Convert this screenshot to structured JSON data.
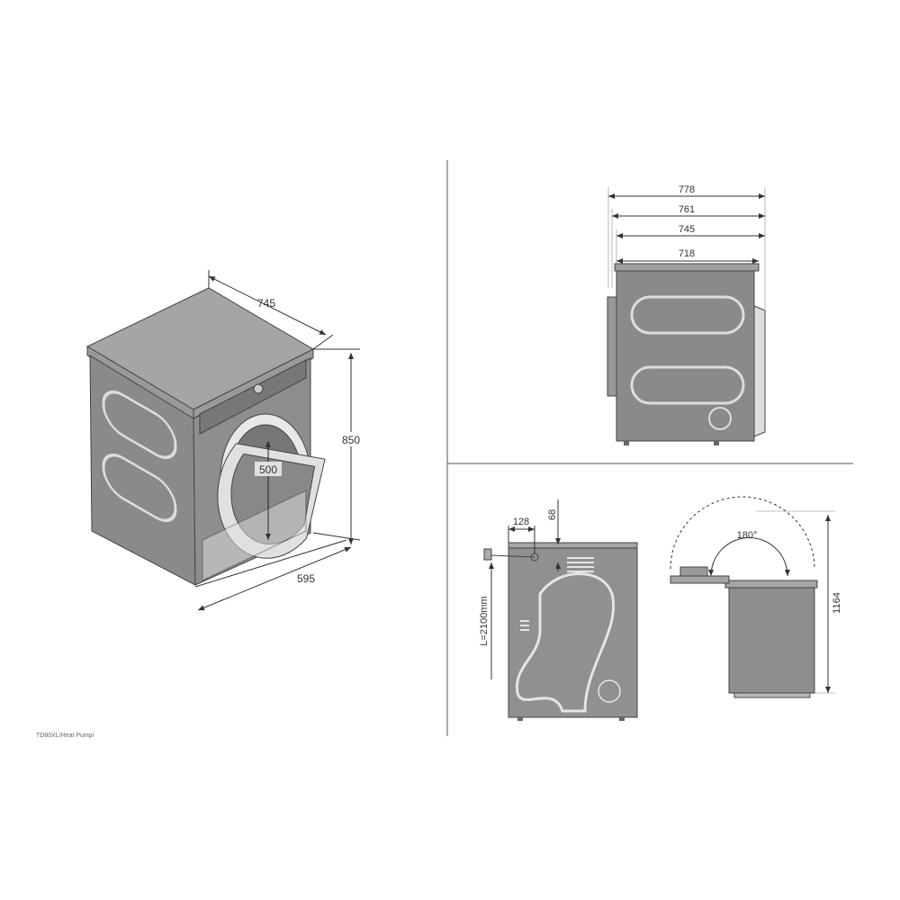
{
  "caption": "TD80XL/Heat Pump/",
  "colors": {
    "body": "#8c8c8c",
    "top": "#a3a3a3",
    "line": "#333333",
    "panel": "#d9d9d9"
  },
  "iso_view": {
    "width": "745",
    "height": "850",
    "depth": "595",
    "door_opening": "500"
  },
  "top_view": {
    "dims": [
      "778",
      "761",
      "745",
      "718"
    ]
  },
  "rear_view": {
    "offset_x": "128",
    "offset_y": "68",
    "hose_length": "L=2100mm"
  },
  "side_view": {
    "lid_angle": "180°",
    "height_open": "1164"
  }
}
